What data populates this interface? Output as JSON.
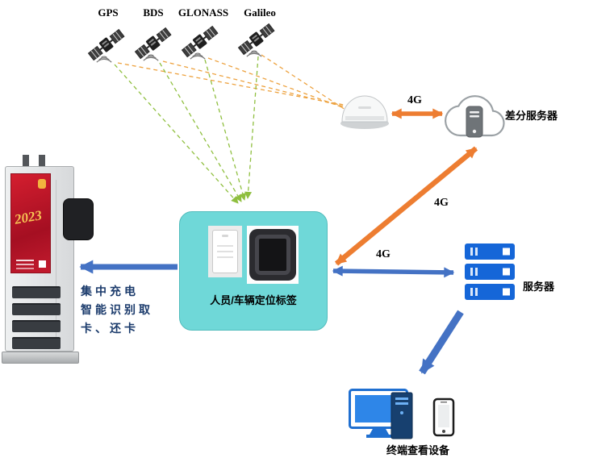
{
  "diagram": {
    "satellites": [
      "GPS",
      "BDS",
      "GLONASS",
      "Galileo"
    ],
    "labels": {
      "link_antenna_cloud": "4G",
      "link_cloud_tag": "4G",
      "link_tag_server": "4G",
      "diff_server": "差分服务器",
      "server": "服务器",
      "terminal": "终端查看设备",
      "tag_box": "人员/车辆定位标签"
    },
    "cabinet": {
      "poster_year": "2023",
      "caption_lines": [
        "集中充电",
        "智能识别取",
        "卡、还卡"
      ]
    },
    "colors": {
      "arrow_orange": "#ED7D31",
      "arrow_blue": "#4472C4",
      "dashed_green": "#8FBF3F",
      "dashed_orange": "#EDA23F",
      "tag_box_fill": "#6FD8D8",
      "server_blue": "#1566D8"
    },
    "icons": [
      "satellite-icon",
      "gnss-antenna-icon",
      "cloud-server-icon",
      "server-rack-icon",
      "monitor-icon",
      "pc-tower-icon",
      "smartphone-icon",
      "charging-cabinet-image"
    ]
  }
}
